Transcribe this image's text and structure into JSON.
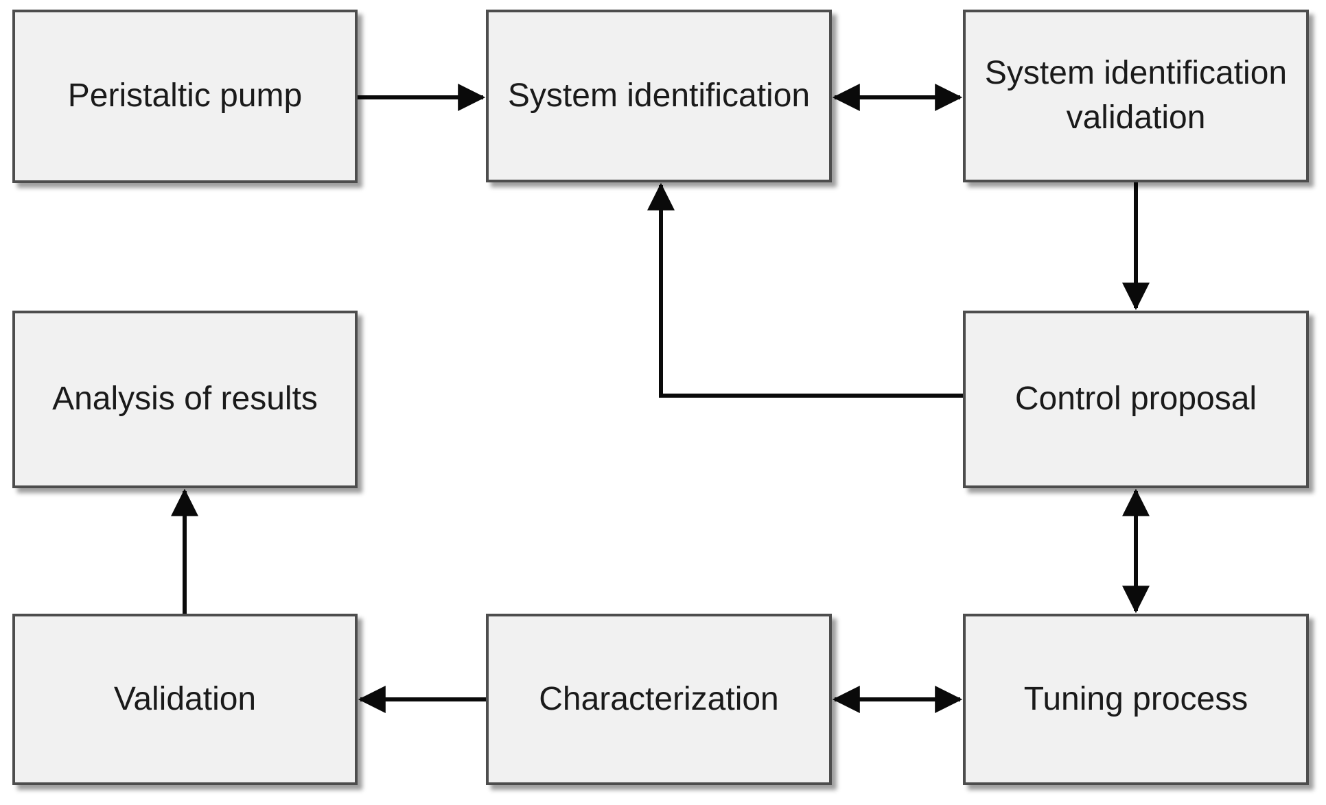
{
  "diagram": {
    "title": "",
    "nodes": {
      "peristaltic_pump": {
        "label": "Peristaltic pump"
      },
      "system_identification": {
        "label": "System identification"
      },
      "system_identification_validation": {
        "label": "System identification validation"
      },
      "control_proposal": {
        "label": "Control proposal"
      },
      "analysis_of_results": {
        "label": "Analysis of results"
      },
      "validation": {
        "label": "Validation"
      },
      "characterization": {
        "label": "Characterization"
      },
      "tuning_process": {
        "label": "Tuning process"
      }
    },
    "edges": [
      {
        "from": "peristaltic_pump",
        "to": "system_identification",
        "bidirectional": false,
        "style": "straight"
      },
      {
        "from": "system_identification",
        "to": "system_identification_validation",
        "bidirectional": true,
        "style": "straight"
      },
      {
        "from": "system_identification_validation",
        "to": "control_proposal",
        "bidirectional": false,
        "style": "straight"
      },
      {
        "from": "control_proposal",
        "to": "system_identification",
        "bidirectional": false,
        "style": "elbow-left-up"
      },
      {
        "from": "control_proposal",
        "to": "tuning_process",
        "bidirectional": true,
        "style": "straight"
      },
      {
        "from": "tuning_process",
        "to": "characterization",
        "bidirectional": true,
        "style": "straight"
      },
      {
        "from": "characterization",
        "to": "validation",
        "bidirectional": false,
        "style": "straight"
      },
      {
        "from": "validation",
        "to": "analysis_of_results",
        "bidirectional": false,
        "style": "straight"
      }
    ],
    "colors": {
      "background": "#ffffff",
      "box_fill": "#f1f1f1",
      "box_border": "#4d4d4d",
      "arrow_line": "#0a0a0a",
      "text": "#1a1a1a"
    }
  }
}
